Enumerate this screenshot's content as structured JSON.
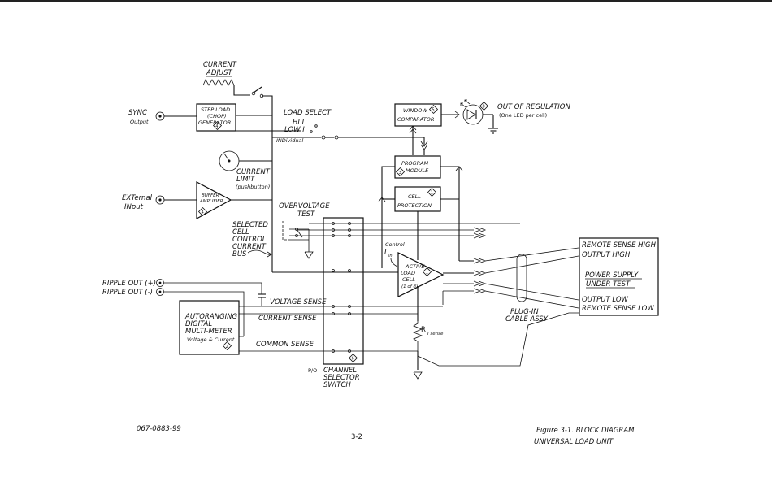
{
  "labels": {
    "current_adjust_1": "CURRENT",
    "current_adjust_2": "ADJUST",
    "sync_1": "SYNC",
    "sync_2": "Output",
    "step_load_1": "STEP LOAD",
    "step_load_2": "(CHOP)",
    "step_load_3": "GENERATOR",
    "load_select": "LOAD SELECT",
    "hi": "HI I",
    "low": "LOW I",
    "individual": "INDividual",
    "window_comp_1": "WINDOW",
    "window_comp_2": "COMPARATOR",
    "out_of_reg_1": "OUT OF REGULATION",
    "out_of_reg_2": "(One LED per cell)",
    "current_limit_1": "CURRENT",
    "current_limit_2": "LIMIT",
    "current_limit_3": "(pushbutton)",
    "program_module_1": "PROGRAM",
    "program_module_2": "MODULE",
    "external_1": "EXTernal",
    "external_2": "INput",
    "buffer_1": "BUFFER",
    "buffer_2": "AMPLIFIER",
    "cell_prot_1": "CELL",
    "cell_prot_2": "PROTECTION",
    "overvoltage_1": "OVERVOLTAGE",
    "overvoltage_2": "TEST",
    "selected_1": "SELECTED",
    "selected_2": "CELL",
    "selected_3": "CONTROL",
    "selected_4": "CURRENT",
    "selected_5": "BUS",
    "control_1": "Control",
    "control_2": "I",
    "control_3": "in",
    "active_1": "ACTIVE",
    "active_2": "LOAD",
    "active_3": "CELL",
    "active_4": "(1 of 8)",
    "remote_high": "REMOTE SENSE HIGH",
    "output_high": "OUTPUT HIGH",
    "psut_1": "POWER SUPPLY",
    "psut_2": "UNDER TEST",
    "output_low": "OUTPUT LOW",
    "remote_low": "REMOTE SENSE LOW",
    "ripple_pos": "RIPPLE OUT (+)",
    "ripple_neg": "RIPPLE OUT (-)",
    "voltage_sense": "VOLTAGE SENSE",
    "current_sense": "CURRENT SENSE",
    "common_sense": "COMMON SENSE",
    "dmm_1": "AUTORANGING",
    "dmm_2": "DIGITAL",
    "dmm_3": "MULTI-METER",
    "dmm_4": "Voltage & Current",
    "r_sense_1": "R",
    "r_sense_2": "I sense",
    "plugin_1": "PLUG-IN",
    "plugin_2": "CABLE ASSY",
    "po": "P/O",
    "channel_1": "CHANNEL",
    "channel_2": "SELECTOR",
    "channel_3": "SWITCH"
  },
  "badges": {
    "step_load": "4",
    "window_comp": "5",
    "led": "8",
    "program_module": "3",
    "buffer": "4",
    "cell_prot": "1",
    "active_load": "1",
    "dmm": "2",
    "channel": "6"
  },
  "footer": {
    "doc_number": "067-0883-99",
    "page": "3-2",
    "figure_1": "Figure 3-1.  BLOCK DIAGRAM",
    "figure_2": "UNIVERSAL  LOAD UNIT"
  }
}
